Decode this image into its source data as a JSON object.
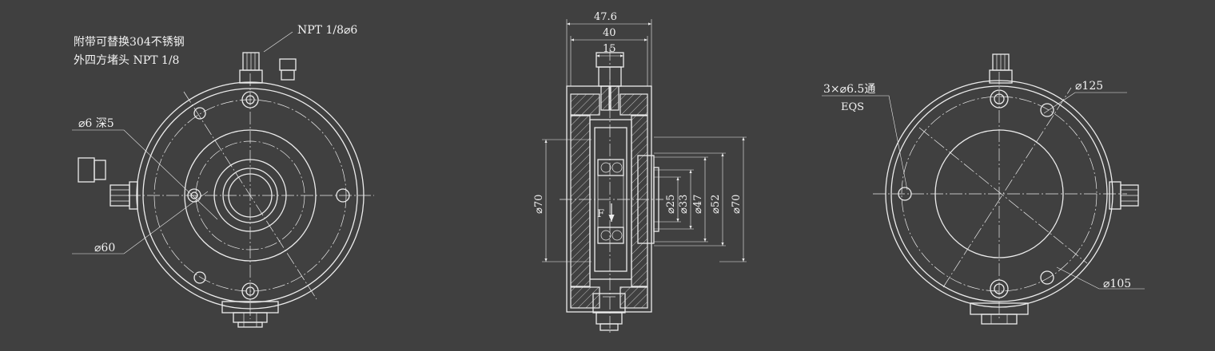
{
  "front_view": {
    "note_line1": "附带可替换304不锈钢",
    "note_line2": "外四方堵头 NPT 1/8",
    "port_label": "NPT 1/8⌀6",
    "hole_label": "⌀6 深5",
    "pcd_label": "⌀60"
  },
  "section_view": {
    "width_overall": "47.6",
    "width_body": "40",
    "width_port": "15",
    "dia_left": "⌀70",
    "dia_25": "⌀25",
    "dia_33": "⌀33",
    "dia_47": "⌀47",
    "dia_52": "⌀52",
    "dia_70": "⌀70",
    "force_label": "F"
  },
  "rear_view": {
    "holes_label": "3×⌀6.5通",
    "eqs_label": "EQS",
    "pcd_outer_label": "⌀125",
    "pcd_inner_label": "⌀105"
  },
  "colors": {
    "background": "#404040",
    "linework": "#ececec"
  }
}
